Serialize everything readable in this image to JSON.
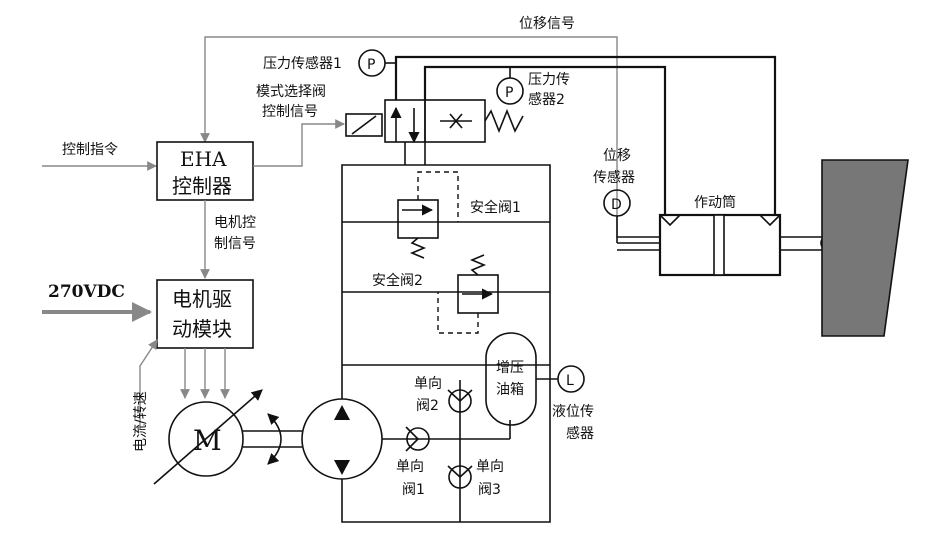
{
  "labels": {
    "displacement_signal": "位移信号",
    "pressure_sensor_1": "压力传感器1",
    "pressure_sensor_2_a": "压力传",
    "pressure_sensor_2_b": "感器2",
    "mode_valve_a": "模式选择阀",
    "mode_valve_b": "控制信号",
    "control_command": "控制指令",
    "eha_a": "EHA",
    "eha_b": "控制器",
    "motor_ctrl_a": "电机控",
    "motor_ctrl_b": "制信号",
    "power": "270VDC",
    "driver_a": "电机驱",
    "driver_b": "动模块",
    "current_speed": "电流/转速",
    "motor": "M",
    "safety_valve_1": "安全阀1",
    "safety_valve_2": "安全阀2",
    "check_valve_2_a": "单向",
    "check_valve_2_b": "阀2",
    "check_valve_1_a": "单向",
    "check_valve_1_b": "阀1",
    "check_valve_3_a": "单向",
    "check_valve_3_b": "阀3",
    "accumulator_a": "增压",
    "accumulator_b": "油箱",
    "level_sensor_a": "液位传",
    "level_sensor_b": "感器",
    "disp_sensor_a": "位移",
    "disp_sensor_b": "传感器",
    "actuator": "作动筒",
    "sym_p1": "P",
    "sym_p2": "P",
    "sym_d": "D",
    "sym_l": "L"
  }
}
